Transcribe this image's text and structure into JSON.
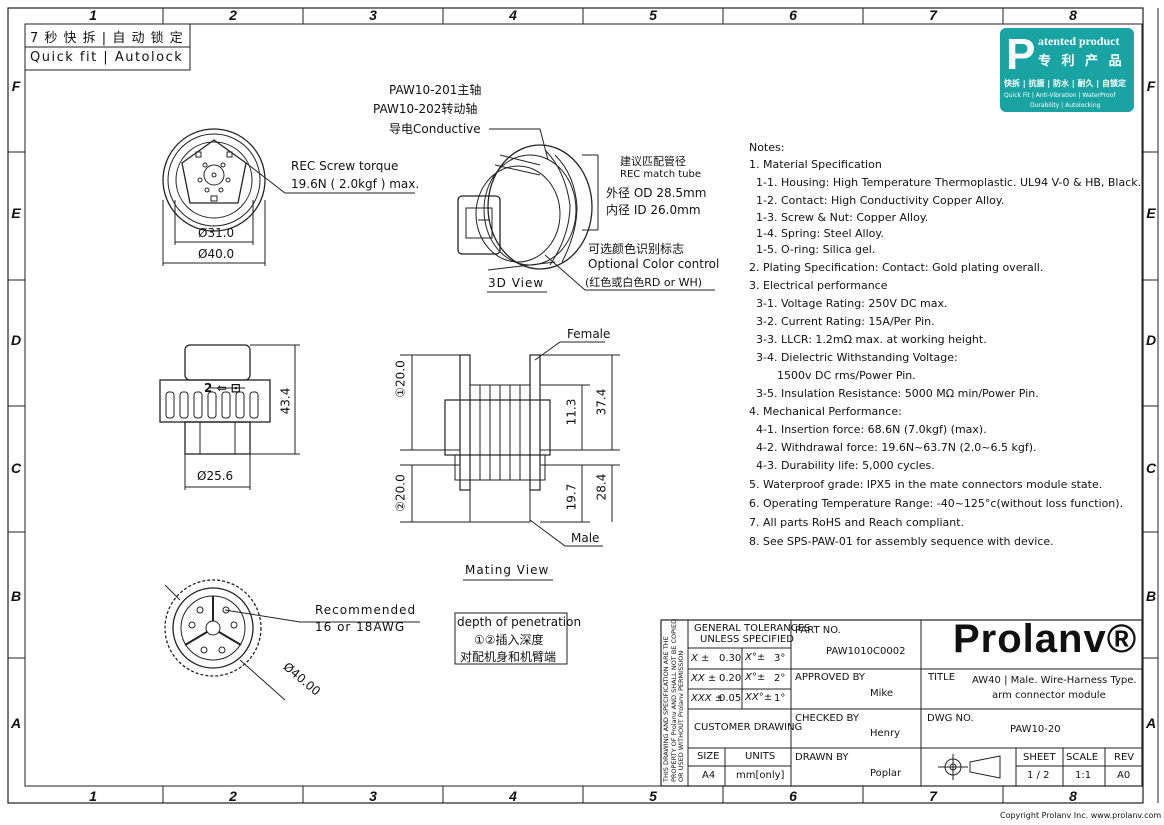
{
  "zones": {
    "columns": [
      "1",
      "2",
      "3",
      "4",
      "5",
      "6",
      "7",
      "8"
    ],
    "rows": [
      "F",
      "E",
      "D",
      "C",
      "B",
      "A"
    ]
  },
  "corner_box": {
    "line1": "7 秒 快 拆 | 自 动 锁 定",
    "line2": "Quick fit | Autolock"
  },
  "patent": {
    "letter": "P",
    "line1": "atented product",
    "line2": "专 利 产 品",
    "line3": "快拆 | 抗振 | 防水 | 耐久 | 自锁定",
    "line4": "Quick Fit | Anti-Vibration | WaterProof",
    "line5": "Durability | Autolocking",
    "color": "#1aa3a3"
  },
  "front_view": {
    "torque_line1": "REC Screw torque",
    "torque_line2": "19.6N ( 2.0kgf ) max.",
    "dim_inner": "Ø31.0",
    "dim_outer": "Ø40.0"
  },
  "view_3d": {
    "axis1": "PAW10-201主轴",
    "axis2": "PAW10-202转动轴",
    "conductive": "导电Conductive",
    "tube_cn": "建议匹配管径",
    "tube_en": "REC match tube",
    "od": "外径 OD 28.5mm",
    "id": "内径 ID   26.0mm",
    "color_cn": "可选颜色识别标志",
    "color_en": "Optional Color control",
    "color_opt": "(红色或白色RD or WH)",
    "title": "3D View"
  },
  "side_view": {
    "dim_height": "43.4",
    "dim_dia": "Ø25.6"
  },
  "mating_view": {
    "female": "Female",
    "male": "Male",
    "d1": "①20.0",
    "d2": "②20.0",
    "d113": "11.3",
    "d374": "37.4",
    "d197": "19.7",
    "d284": "28.4",
    "title": "Mating View"
  },
  "rear_view": {
    "rec1": "Recommended",
    "rec2": "16 or 18AWG",
    "dim": "Ø40.00"
  },
  "depth_box": {
    "line1": "depth of penetration",
    "line2": "①②插入深度",
    "line3": "对配机身和机臂端"
  },
  "notes": [
    "Notes:",
    "1. Material Specification",
    "  1-1. Housing: High Temperature Thermoplastic. UL94 V-0 & HB, Black.",
    "  1-2. Contact: High Conductivity Copper Alloy.",
    "  1-3. Screw & Nut: Copper Alloy.",
    "  1-4. Spring: Steel Alloy.",
    "  1-5. O-ring: Silica gel.",
    "2. Plating Specification: Contact: Gold plating overall.",
    "3. Electrical performance",
    "  3-1. Voltage Rating: 250V DC max.",
    "  3-2. Current Rating: 15A/Per Pin.",
    "  3-3. LLCR: 1.2mΩ max. at working height.",
    "  3-4. Dielectric Withstanding Voltage:",
    "        1500v DC rms/Power Pin.",
    "  3-5. Insulation Resistance: 5000 MΩ min/Power Pin.",
    "4. Mechanical Performance:",
    "  4-1. Insertion force: 68.6N (7.0kgf) (max).",
    "  4-2. Withdrawal force: 19.6N~63.7N (2.0~6.5 kgf).",
    "  4-3. Durability life: 5,000 cycles.",
    "5. Waterproof grade: IPX5 in the mate connectors module state.",
    "6. Operating Temperature Range: -40~125°c(without loss function).",
    "7. All parts RoHS and Reach compliant.",
    "8. See SPS-PAW-01 for assembly sequence with device."
  ],
  "title_block": {
    "vertical_notice": [
      "THIS DRAWING AND SPECIFICATION ARE THE",
      "PROPERTY OF Prolanv AND SHALL NOT BE COPIED",
      "OR USED WITHOUT Prolanv PERMISSION"
    ],
    "gen_tol_1": "GENERAL TOLERANCES",
    "gen_tol_2": "UNLESS SPECIFIED",
    "tol_rows": [
      {
        "lin": "X ±",
        "lin_v": "0.30",
        "ang": "X°±",
        "ang_v": "3°"
      },
      {
        "lin": "XX ±",
        "lin_v": "0.20",
        "ang": "X°±",
        "ang_v": "2°"
      },
      {
        "lin": "XXX ±",
        "lin_v": "0.05",
        "ang": "XX°±",
        "ang_v": "1°"
      }
    ],
    "customer_drawing": "CUSTOMER DRAWING",
    "size_label": "SIZE",
    "size_value": "A4",
    "units_label": "UNITS",
    "units_value": "mm[only]",
    "part_no_label": "PART NO.",
    "part_no": "PAW1010C0002",
    "approved_label": "APPROVED BY",
    "approved": "Mike",
    "checked_label": "CHECKED BY",
    "checked": "Henry",
    "drawn_label": "DRAWN BY",
    "drawn": "Poplar",
    "logo": "Prolanv®",
    "title_label": "TITLE",
    "title_1": "AW40 | Male. Wire-Harness Type.",
    "title_2": "arm connector module",
    "dwg_label": "DWG NO.",
    "dwg": "PAW10-20",
    "sheet_label": "SHEET",
    "sheet": "1 / 2",
    "scale_label": "SCALE",
    "scale": "1:1",
    "rev_label": "REV",
    "rev": "A0"
  },
  "copyright": "Copyright Prolanv Inc. www.prolanv.com"
}
